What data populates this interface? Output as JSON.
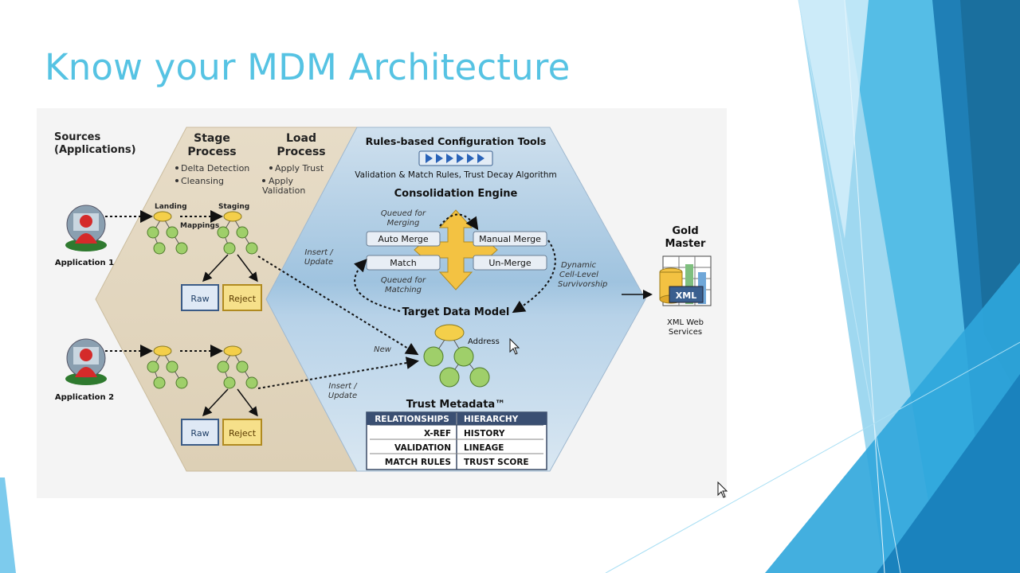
{
  "slide": {
    "title": "Know your MDM Architecture"
  },
  "diagram": {
    "sources_heading": "Sources (Applications)",
    "sources_heading_line1": "Sources",
    "sources_heading_line2": "(Applications)",
    "applications": [
      {
        "label": "Application 1"
      },
      {
        "label": "Application 2"
      }
    ],
    "stage_process": {
      "line1": "Stage",
      "line2": "Process",
      "bullets": [
        "Delta Detection",
        "Cleansing"
      ]
    },
    "load_process": {
      "line1": "Load",
      "line2": "Process",
      "bullets": [
        "Apply Trust",
        "Apply",
        "Validation"
      ]
    },
    "landing_label": "Landing",
    "staging_label": "Staging",
    "mappings_label": "Mappings",
    "raw_label": "Raw",
    "reject_label": "Reject",
    "rules_tools": "Rules-based Configuration Tools",
    "rules_subtitle": "Validation & Match Rules, Trust Decay Algorithm",
    "consolidation_engine": "Consolidation Engine",
    "queued_merging": [
      "Queued for",
      "Merging"
    ],
    "queued_matching": [
      "Queued for",
      "Matching"
    ],
    "buttons": {
      "auto_merge": "Auto Merge",
      "manual_merge": "Manual Merge",
      "match": "Match",
      "un_merge": "Un-Merge"
    },
    "insert_update": [
      "Insert /",
      "Update"
    ],
    "new_label": "New",
    "dynamic_survivorship": [
      "Dynamic",
      "Cell-Level",
      "Survivorship"
    ],
    "target_data_model": "Target Data Model",
    "address_label": "Address",
    "trust_metadata": "Trust Metadata™",
    "metadata_table": {
      "headers": [
        "RELATIONSHIPS",
        "HIERARCHY"
      ],
      "left": [
        "X-REF",
        "VALIDATION",
        "MATCH RULES"
      ],
      "right": [
        "HISTORY",
        "LINEAGE",
        "TRUST SCORE"
      ]
    },
    "gold_master": [
      "Gold",
      "Master"
    ],
    "xml_label": "XML",
    "xml_services": [
      "XML Web",
      "Services"
    ]
  },
  "colors": {
    "title": "#56c3e3",
    "accent_dark": "#1a6f9e",
    "accent_light": "#9bd6ef",
    "node_green": "#9fcf6a",
    "node_yellow": "#f4cf4a"
  },
  "icons": {
    "application": "application-server-icon",
    "cursor": "mouse-pointer-icon",
    "database": "database-icon"
  }
}
